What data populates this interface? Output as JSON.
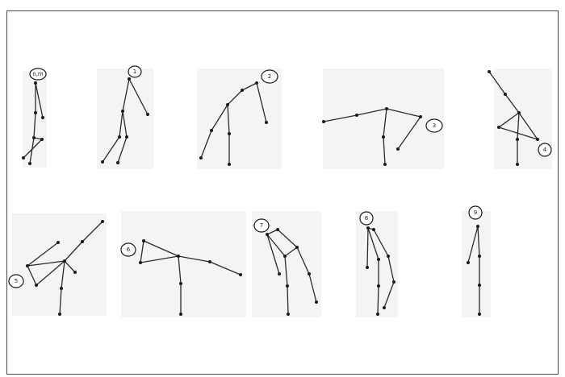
{
  "figure": {
    "poses": [
      {
        "label": "n,m"
      },
      {
        "label": "1"
      },
      {
        "label": "2"
      },
      {
        "label": "3"
      },
      {
        "label": "4"
      },
      {
        "label": "5"
      },
      {
        "label": "6"
      },
      {
        "label": "7"
      },
      {
        "label": "8"
      },
      {
        "label": "9"
      }
    ]
  }
}
